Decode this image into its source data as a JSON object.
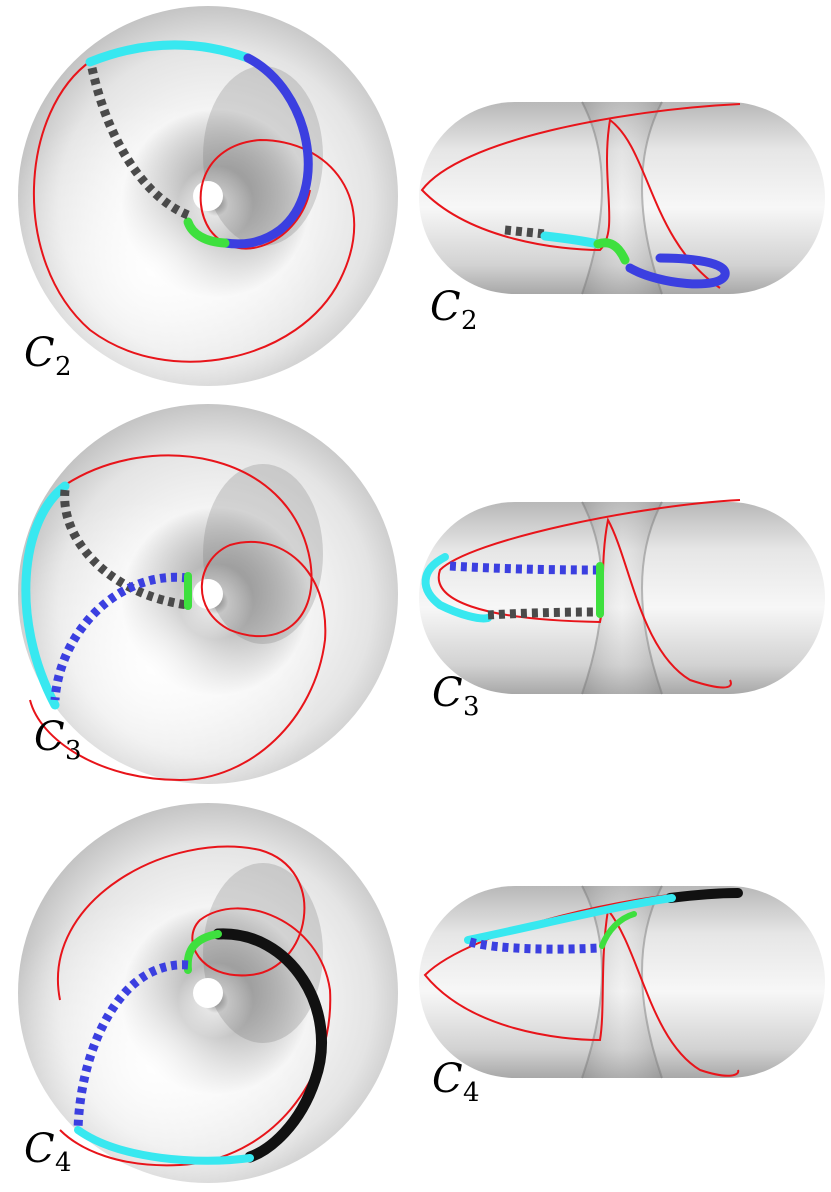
{
  "panels": [
    {
      "label_main": "C",
      "label_sub": "2"
    },
    {
      "label_main": "C",
      "label_sub": "2"
    },
    {
      "label_main": "C",
      "label_sub": "3"
    },
    {
      "label_main": "C",
      "label_sub": "3"
    },
    {
      "label_main": "C",
      "label_sub": "4"
    },
    {
      "label_main": "C",
      "label_sub": "4"
    }
  ],
  "colors": {
    "curve": "#e8141a",
    "cyan": "#38e8f0",
    "blue": "#3b3fe0",
    "green": "#3ee03e",
    "dark_gray": "#4a4a4a",
    "black": "#111111",
    "surface_light": "#f4f4f4",
    "surface_dark": "#8e8e8e"
  }
}
